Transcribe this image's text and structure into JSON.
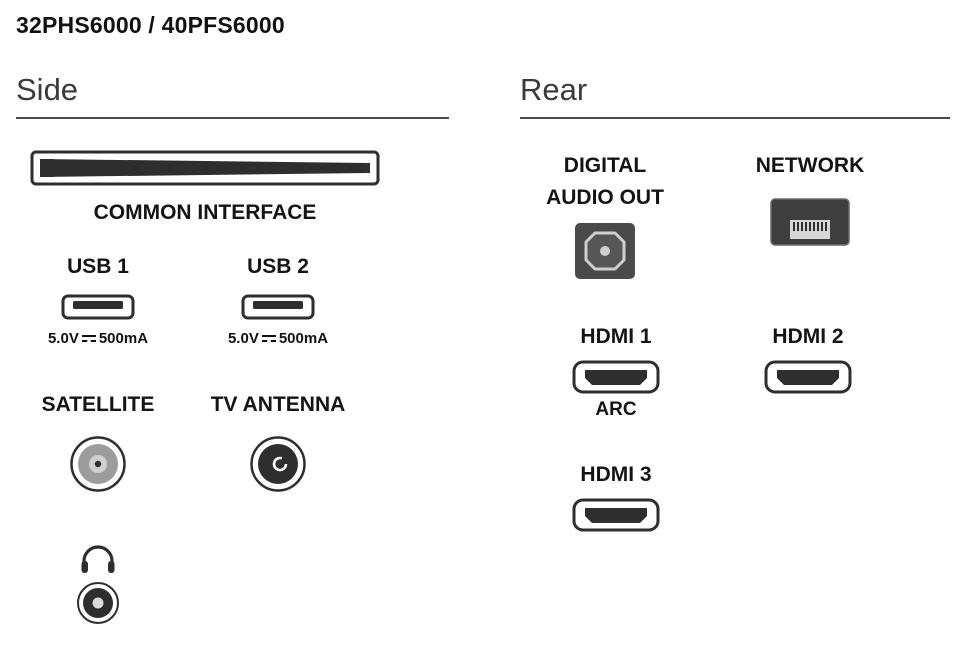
{
  "title": "32PHS6000 / 40PFS6000",
  "side": {
    "heading": "Side",
    "common_interface": {
      "label": "COMMON INTERFACE"
    },
    "usb": [
      {
        "label": "USB 1",
        "voltage": "5.0V",
        "current": "500mA"
      },
      {
        "label": "USB 2",
        "voltage": "5.0V",
        "current": "500mA"
      }
    ],
    "satellite": {
      "label": "SATELLITE"
    },
    "tv_antenna": {
      "label": "TV ANTENNA"
    }
  },
  "rear": {
    "heading": "Rear",
    "digital_audio_out": {
      "line1": "DIGITAL",
      "line2": "AUDIO OUT"
    },
    "network": {
      "label": "NETWORK"
    },
    "hdmi1": {
      "label": "HDMI 1",
      "sublabel": "ARC"
    },
    "hdmi2": {
      "label": "HDMI 2"
    },
    "hdmi3": {
      "label": "HDMI 3"
    }
  },
  "colors": {
    "ink": "#141414",
    "port_dark": "#2e2e2e",
    "heading": "#3a3a3a"
  }
}
